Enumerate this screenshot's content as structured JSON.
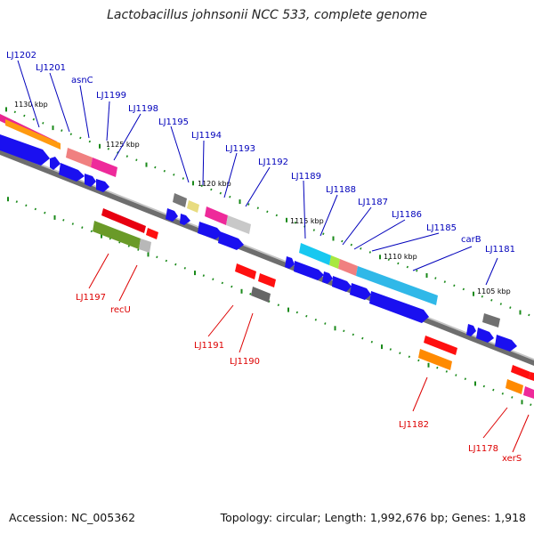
{
  "title": "Lactobacillus johnsonii NCC 533, complete genome",
  "accession_text": "Accession: NC_005362",
  "stats_text": "Topology: circular; Length: 1,992,676 bp; Genes: 1,918",
  "colors": {
    "backbone": "#8a8a8a",
    "tick": "#1a8a1a",
    "upper_label": "#0000bb",
    "lower_label": "#dd0000",
    "forward_cds": "#1a10f0"
  },
  "kbp_marks": [
    "1130 kbp",
    "1125 kbp",
    "1120 kbp",
    "1115 kbp",
    "1110 kbp",
    "1105 kbp"
  ],
  "upper_genes": [
    "LJ1202",
    "LJ1201",
    "asnC",
    "LJ1199",
    "LJ1198",
    "LJ1195",
    "LJ1194",
    "LJ1193",
    "LJ1192",
    "LJ1189",
    "LJ1188",
    "LJ1187",
    "LJ1186",
    "LJ1185",
    "carB",
    "LJ1181"
  ],
  "lower_genes": [
    "LJ1197",
    "recU",
    "LJ1191",
    "LJ1190",
    "LJ1182",
    "LJ1178",
    "xerS"
  ]
}
